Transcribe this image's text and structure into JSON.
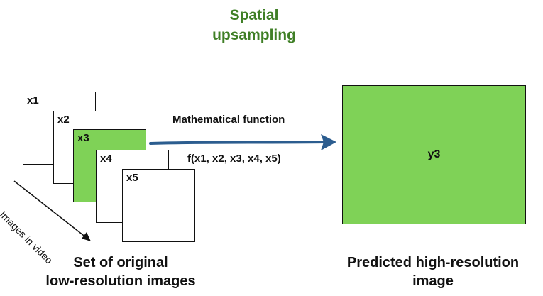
{
  "title": {
    "line1": "Spatial",
    "line2": "upsampling"
  },
  "input_frames": [
    "x1",
    "x2",
    "x3",
    "x4",
    "x5"
  ],
  "highlighted_frame": "x3",
  "arrow": {
    "label": "Mathematical function",
    "formula": "f(x1, x2, x3, x4, x5)"
  },
  "output": {
    "label": "y3"
  },
  "diagonal_label": "Images in video",
  "captions": {
    "left_line1": "Set of original",
    "left_line2": "low-resolution images",
    "right_line1": "Predicted high-resolution",
    "right_line2": "image"
  },
  "colors": {
    "title": "#3f7f26",
    "frame_fill": "#7fd257",
    "arrow": "#2c5d8f"
  }
}
